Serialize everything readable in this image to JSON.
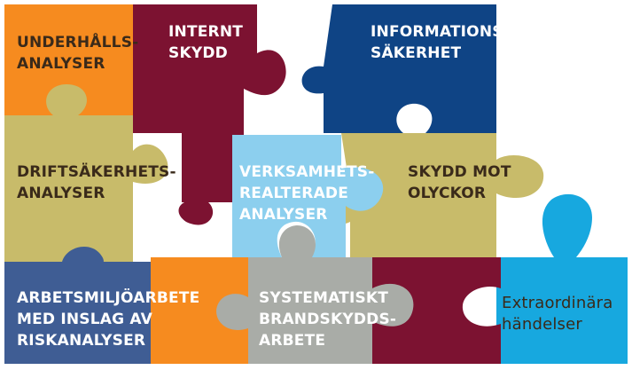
{
  "colors": {
    "orange": "#f68b1f",
    "maroon": "#7c1231",
    "navy": "#0f4485",
    "olive": "#c8bb6a",
    "light_blue": "#8ccfee",
    "cyan": "#17a8df",
    "slate_blue": "#3f5d94",
    "gray": "#a9aca7",
    "text_dark": "#3a2a1a",
    "text_light": "#ffffff"
  },
  "pieces": {
    "underhall": {
      "line1": "UNDERHÅLLS-",
      "line2": "ANALYSER",
      "color": "orange",
      "icon": "puzzle-piece"
    },
    "internt": {
      "line1": "INTERNT",
      "line2": "SKYDD",
      "color": "maroon",
      "icon": "puzzle-piece"
    },
    "information": {
      "line1": "INFORMATIONS-",
      "line2": "SÄKERHET",
      "color": "navy",
      "icon": "puzzle-piece"
    },
    "drift": {
      "line1": "DRIFTSÄKERHETS-",
      "line2": "ANALYSER",
      "color": "olive",
      "icon": "puzzle-piece"
    },
    "verksamhet": {
      "line1": "VERKSAMHETS-",
      "line2": "REALTERADE",
      "line3": "ANALYSER",
      "color": "light_blue",
      "icon": "puzzle-piece"
    },
    "skydd": {
      "line1": "SKYDD MOT",
      "line2": "OLYCKOR",
      "color": "olive",
      "icon": "puzzle-piece"
    },
    "arbetsmiljo": {
      "line1": "ARBETSMILJÖARBETE",
      "line2": "MED INSLAG AV",
      "line3": "RISKANALYSER",
      "color": "slate_blue",
      "icon": "puzzle-piece"
    },
    "systematiskt": {
      "line1": "SYSTEMATISKT",
      "line2": "BRANDSKYDDS-",
      "line3": "ARBETE",
      "color": "gray",
      "icon": "puzzle-piece"
    },
    "extraordinara": {
      "line1": "Extraordinära",
      "line2": "händelser",
      "color": "cyan",
      "icon": "puzzle-piece"
    }
  }
}
